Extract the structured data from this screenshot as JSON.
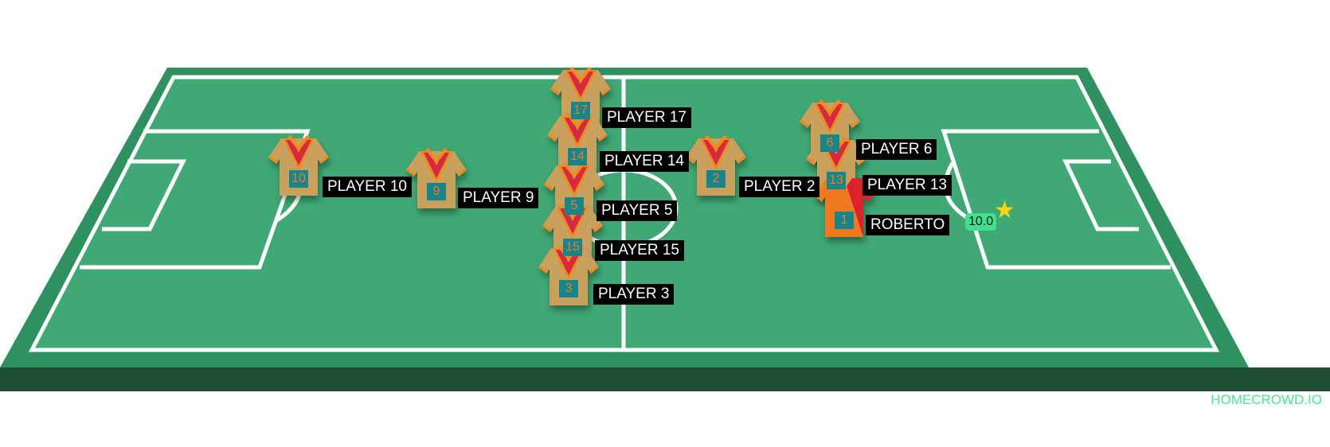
{
  "brand": "HOMECROWD.IO",
  "colors": {
    "pitch": "#3a9e6c",
    "pitch_border": "#2e8b5a",
    "base": "#1f4d33",
    "jersey_body": "#c9a15c",
    "jersey_v": "#d62a40",
    "jersey_trim": "#f08a1e",
    "keeper_red": "#d9232e",
    "keeper_orange": "#f07a22"
  },
  "players": [
    {
      "name": "PLAYER 10",
      "number": "10"
    },
    {
      "name": "PLAYER 9",
      "number": "9"
    },
    {
      "name": "PLAYER 17",
      "number": "17"
    },
    {
      "name": "PLAYER 14",
      "number": "14"
    },
    {
      "name": "PLAYER 5",
      "number": "5"
    },
    {
      "name": "PLAYER 15",
      "number": "15"
    },
    {
      "name": "PLAYER 3",
      "number": "3"
    },
    {
      "name": "PLAYER 2",
      "number": "2"
    },
    {
      "name": "PLAYER 6",
      "number": "6"
    },
    {
      "name": "PLAYER 13",
      "number": "13"
    },
    {
      "name": "ROBERTO",
      "number": "1",
      "keeper": true,
      "rating": "10.0",
      "star_icon": "star-icon"
    }
  ]
}
